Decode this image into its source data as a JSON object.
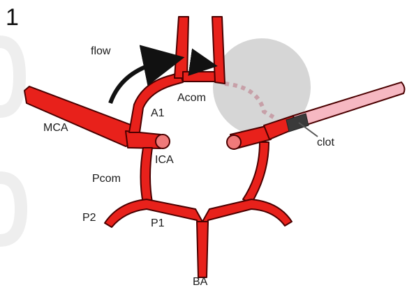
{
  "panel_number": "1",
  "labels": {
    "flow": "flow",
    "acom": "Acom",
    "a1": "A1",
    "mca": "MCA",
    "ica": "ICA",
    "pcom": "Pcom",
    "p2": "P2",
    "p1": "P1",
    "ba": "BA",
    "clot": "clot"
  },
  "colors": {
    "vessel": "#e8211b",
    "vessel_outline": "#4a0000",
    "occluded_vessel": "#f6b8c2",
    "clot": "#3a3a3a",
    "ischemic_zone": "#d6d6d6",
    "collateral_dotted": "#c7a0a8"
  }
}
